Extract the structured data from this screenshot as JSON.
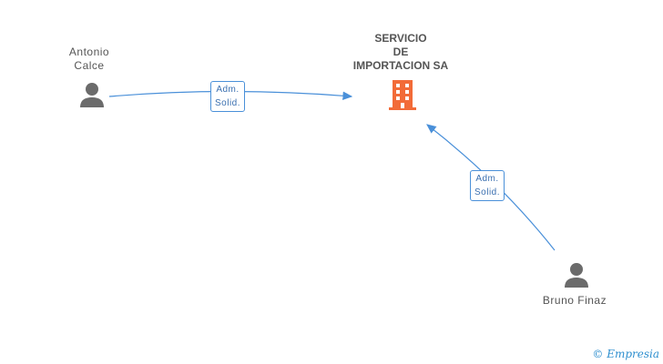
{
  "people": [
    {
      "name_line1": "Antonio",
      "name_line2": "Calce"
    },
    {
      "name": "Bruno Finaz"
    }
  ],
  "company": {
    "line1": "SERVICIO",
    "line2": "DE",
    "line3": "IMPORTACION SA"
  },
  "edges": [
    {
      "from": "Antonio Calce",
      "to": "SERVICIO DE IMPORTACION SA",
      "line1": "Adm.",
      "line2": "Solid."
    },
    {
      "from": "Bruno Finaz",
      "to": "SERVICIO DE IMPORTACION SA",
      "line1": "Adm.",
      "line2": "Solid."
    }
  ],
  "colors": {
    "edge": "#4a90d9",
    "company_icon": "#f26b38",
    "person_icon": "#6b6b6b"
  },
  "watermark": {
    "symbol": "©",
    "brand": "Empresia"
  }
}
